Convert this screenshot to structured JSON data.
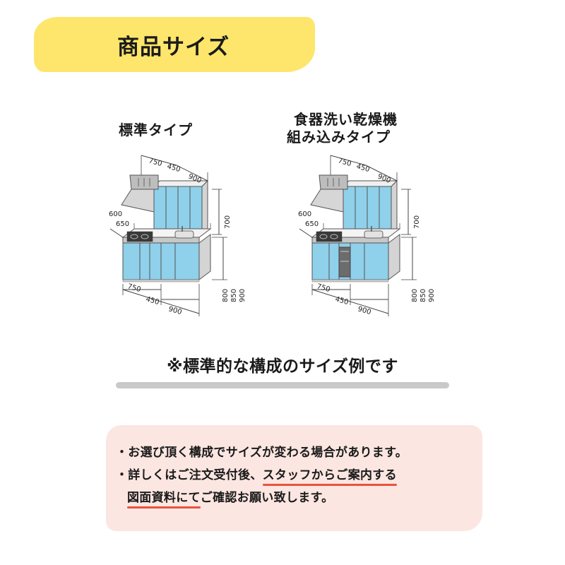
{
  "title": "商品サイズ",
  "types": [
    {
      "label_lines": [
        "標準タイプ"
      ]
    },
    {
      "label_lines": [
        "食器洗い乾燥機",
        "組み込みタイプ"
      ]
    }
  ],
  "dimensions": {
    "upper_widths": [
      "750",
      "450",
      "900"
    ],
    "upper_height": "700",
    "depths": [
      "600",
      "650"
    ],
    "lower_widths": [
      "750",
      "450",
      "900"
    ],
    "counter_heights": [
      "800",
      "850",
      "900"
    ]
  },
  "note": "※標準的な構成のサイズ例です",
  "info": {
    "line1": "・お選び頂く構成でサイズが変わる場合があります。",
    "line2_pre": "・詳しくはご注文受付後、",
    "line2_hl": "スタッフからご案内する",
    "line3_hl": "図面資料にて",
    "line3_post": "ご確認お願い致します。"
  },
  "colors": {
    "banner": "#fde66b",
    "cabinet_blue": "#8fd0ea",
    "info_bg": "#fbe6e1",
    "underline": "#e8533f",
    "divider": "#c9c9c9"
  }
}
